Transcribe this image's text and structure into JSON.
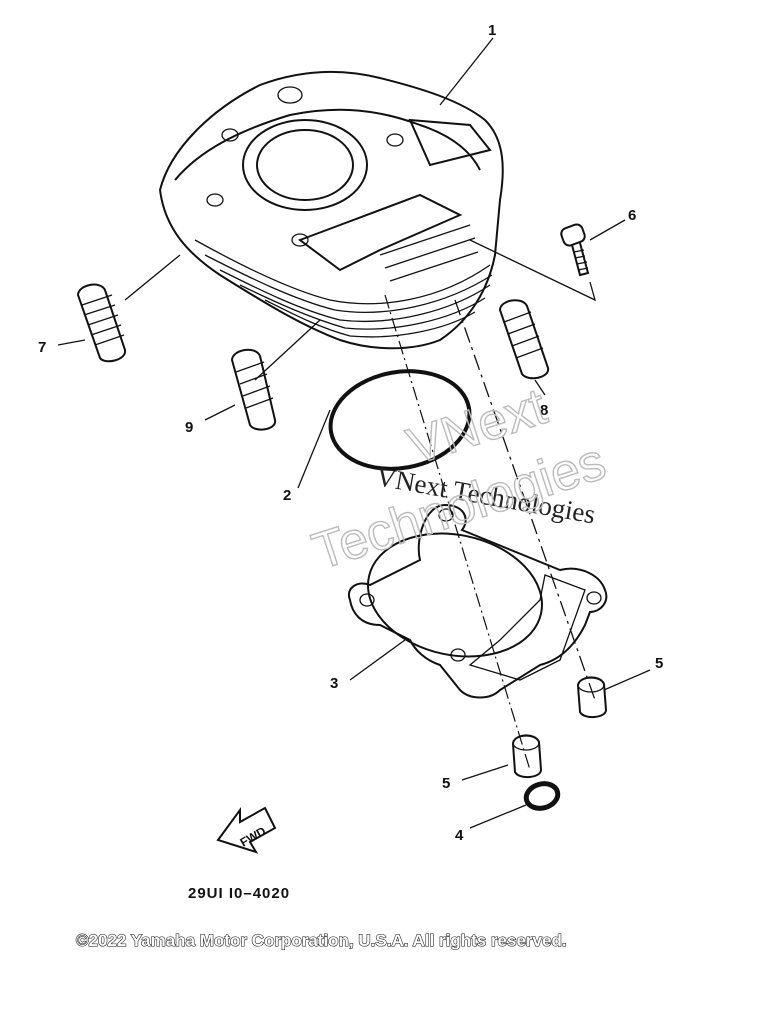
{
  "callouts": {
    "c1": "1",
    "c2": "2",
    "c3": "3",
    "c4": "4",
    "c5a": "5",
    "c5b": "5",
    "c6": "6",
    "c7": "7",
    "c8": "8",
    "c9": "9"
  },
  "arrow": {
    "label": "FWD"
  },
  "drawing_code": "29UI I0–4020",
  "watermark": {
    "line1": "VNext Technologies",
    "line2": "VNext",
    "line3": "Technologies"
  },
  "copyright": "©2022 Yamaha Motor Corporation, U.S.A. All rights reserved."
}
